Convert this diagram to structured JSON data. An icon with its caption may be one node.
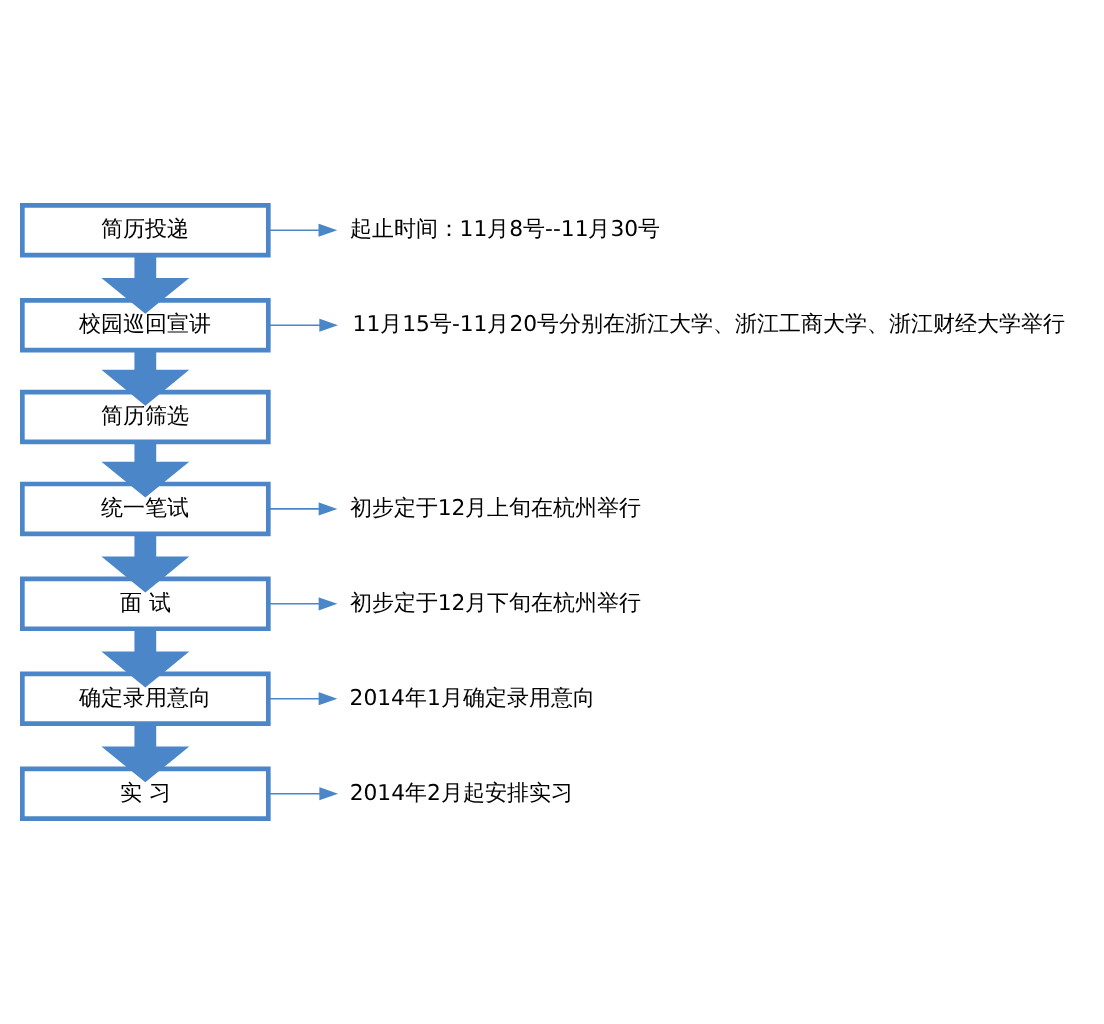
{
  "diagram": {
    "nodes": [
      {
        "text": [
          "简历投递"
        ]
      },
      {
        "text": [
          "起止时间：11月8号--11月30号"
        ]
      },
      {
        "text": [
          "校园巡回宣讲"
        ]
      },
      {
        "text": [
          "11月15号-11月20号分别在浙江大学、浙江工商大学、浙江财经大学举行"
        ]
      },
      {
        "text": [
          "简历筛选"
        ]
      },
      {
        "text": [
          "统一笔试"
        ]
      },
      {
        "text": [
          "初步定于12月上旬在杭州举行"
        ]
      },
      {
        "text": [
          "面 试"
        ]
      },
      {
        "text": [
          "初步定于12月下旬在杭州举行"
        ]
      },
      {
        "text": [
          "确定录用意向"
        ]
      },
      {
        "text": [
          "2014年1月确定录用意向"
        ]
      },
      {
        "text": [
          "实 习"
        ]
      },
      {
        "text": [
          "2014年2月起安排实习"
        ]
      }
    ],
    "edges": [
      {
        "from": 0,
        "to": 1,
        "arrow": "to"
      },
      {
        "from": 0,
        "to": 2,
        "arrow": "to",
        "style": "thick"
      },
      {
        "from": 2,
        "to": 3,
        "arrow": "to"
      },
      {
        "from": 2,
        "to": 4,
        "arrow": "to",
        "style": "thick"
      },
      {
        "from": 4,
        "to": 5,
        "arrow": "to",
        "style": "thick"
      },
      {
        "from": 5,
        "to": 6,
        "arrow": "to"
      },
      {
        "from": 5,
        "to": 7,
        "arrow": "to",
        "style": "thick"
      },
      {
        "from": 7,
        "to": 8,
        "arrow": "to"
      },
      {
        "from": 7,
        "to": 9,
        "arrow": "to",
        "style": "thick"
      },
      {
        "from": 9,
        "to": 10,
        "arrow": "to"
      },
      {
        "from": 9,
        "to": 11,
        "arrow": "to",
        "style": "thick"
      },
      {
        "from": 11,
        "to": 12,
        "arrow": "to"
      }
    ]
  }
}
